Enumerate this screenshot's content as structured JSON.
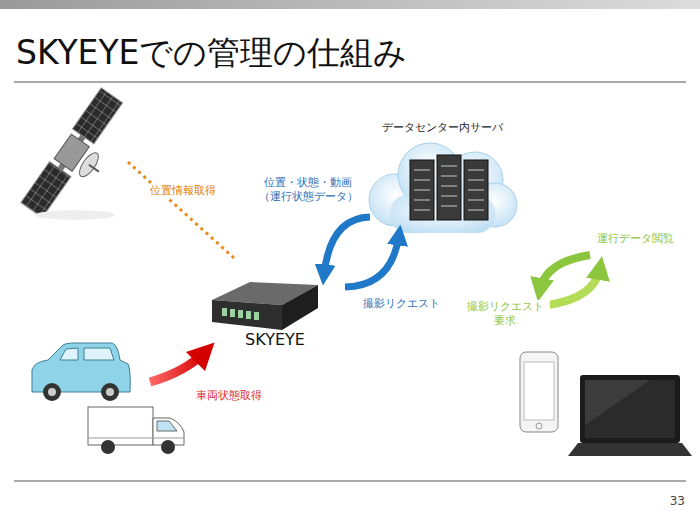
{
  "diagram": {
    "title": "SKYEYEでの管理の仕組み",
    "nodes": [
      {
        "text": [
          "データセンター内サーバ"
        ]
      },
      {
        "text": [
          "SKYEYE"
        ]
      }
    ],
    "edges": [
      {
        "from": 0,
        "to": 1,
        "arrow": "to",
        "label": "位置・状態・動画 （運行状態データ）"
      },
      {
        "from": 1,
        "to": 0,
        "arrow": "to",
        "label": "撮影リクエスト"
      }
    ],
    "labels": [
      "位置情報取得",
      "車両状態取得",
      "運行データ閲覧",
      "撮影リクエスト 要求",
      "33"
    ]
  }
}
